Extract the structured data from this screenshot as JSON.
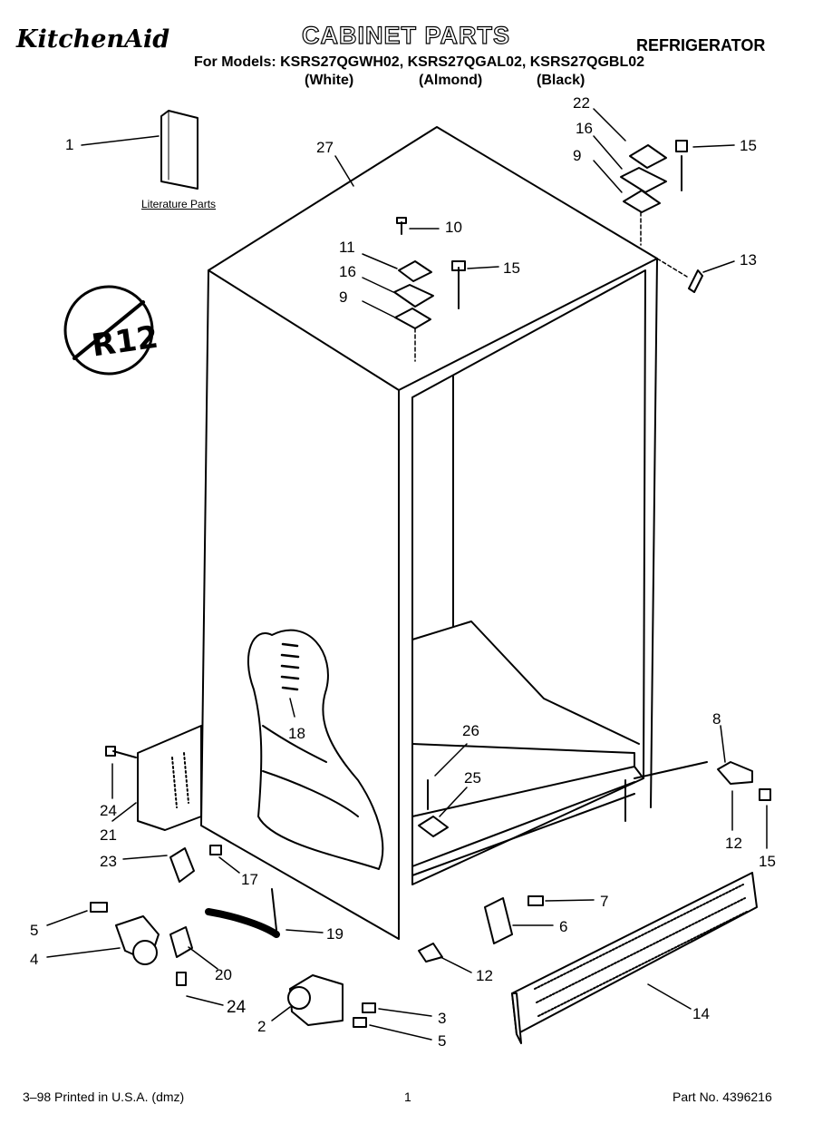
{
  "header": {
    "brand": "KitchenAid",
    "title": "CABINET PARTS",
    "category": "REFRIGERATOR",
    "models_line": "For Models: KSRS27QGWH02, KSRS27QGAL02, KSRS27QGBL02",
    "variants": [
      "(White)",
      "(Almond)",
      "(Black)"
    ]
  },
  "logo": {
    "text": "R12"
  },
  "literature_label": "Literature Parts",
  "callouts": {
    "c1": "1",
    "c27": "27",
    "c22": "22",
    "c16a": "16",
    "c9a": "9",
    "c15a": "15",
    "c10": "10",
    "c11": "11",
    "c16b": "16",
    "c9b": "9",
    "c15b": "15",
    "c13": "13",
    "c18": "18",
    "c26": "26",
    "c25": "25",
    "c8": "8",
    "c12a": "12",
    "c15c": "15",
    "c24a": "24",
    "c21": "21",
    "c23": "23",
    "c17": "17",
    "c5a": "5",
    "c4": "4",
    "c19": "19",
    "c20": "20",
    "c24b": "24",
    "c2": "2",
    "c3": "3",
    "c5b": "5",
    "c7": "7",
    "c6": "6",
    "c12b": "12",
    "c14": "14"
  },
  "footer": {
    "left": "3–98 Printed in U.S.A. (dmz)",
    "page": "1",
    "part": "Part No. 4396216"
  }
}
